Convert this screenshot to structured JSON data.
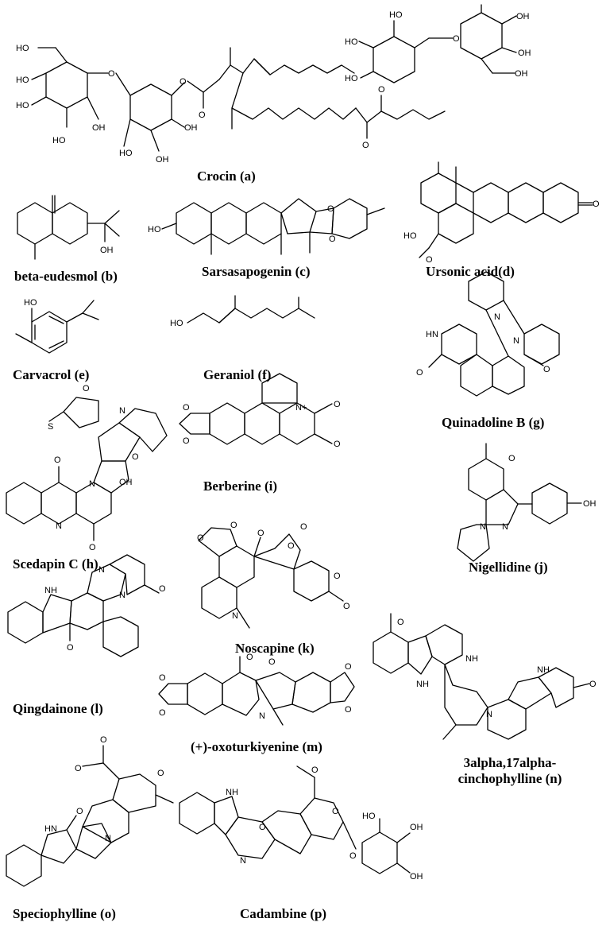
{
  "compounds": [
    {
      "id": "a",
      "label": "Crocin (a)"
    },
    {
      "id": "b",
      "label": "beta-eudesmol (b)"
    },
    {
      "id": "c",
      "label": "Sarsasapogenin (c)"
    },
    {
      "id": "d",
      "label": "Ursonic acid(d)"
    },
    {
      "id": "e",
      "label": "Carvacrol (e)"
    },
    {
      "id": "f",
      "label": "Geraniol (f)"
    },
    {
      "id": "g",
      "label": "Quinadoline B (g)"
    },
    {
      "id": "h",
      "label": "Scedapin C (h)"
    },
    {
      "id": "i",
      "label": "Berberine (i)"
    },
    {
      "id": "j",
      "label": "Nigellidine (j)"
    },
    {
      "id": "k",
      "label": "Noscapine (k)"
    },
    {
      "id": "l",
      "label": "Qingdainone (l)"
    },
    {
      "id": "m",
      "label": "(+)-oxoturkiyenine (m)"
    },
    {
      "id": "n",
      "label_line1": "3alpha,17alpha-",
      "label_line2": "cinchophylline (n)"
    },
    {
      "id": "o",
      "label": "Speciophylline (o)"
    },
    {
      "id": "p",
      "label": "Cadambine (p)"
    }
  ],
  "atom_labels": {
    "oh": "OH",
    "ho": "HO",
    "o": "O",
    "n": "N",
    "nh": "NH",
    "hn": "HN",
    "nplus": "N+",
    "s": "S"
  }
}
